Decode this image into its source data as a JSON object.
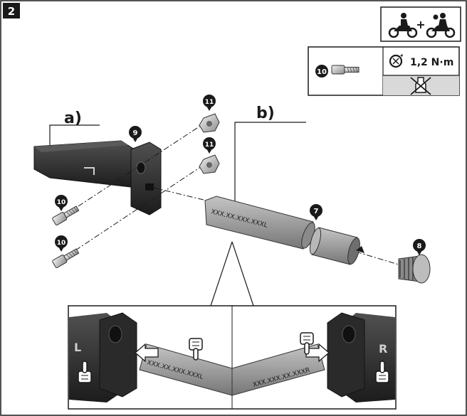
{
  "step": {
    "number": "2"
  },
  "labels": {
    "a": "a)",
    "b": "b)"
  },
  "part_numbers": {
    "p7": "7",
    "p8": "8",
    "p9": "9",
    "p10": "10",
    "p11": "11"
  },
  "torque": {
    "part": "10",
    "value": "1,2 N·m"
  },
  "markings": {
    "left_tube": "XXX.XX.XXX.XXXL",
    "right_tube": "XXX.XXX.XX.XXXR",
    "left_grip": "L",
    "right_grip": "R"
  },
  "icons": {
    "rider_passenger": "rider-plus-passenger-icon",
    "torque": "torque-wrench-icon",
    "no_threadlock": "no-threadlocker-icon",
    "pointing_hand": "pointing-hand-icon"
  },
  "colors": {
    "ink": "#1a1a1a",
    "grip": "#2b2b2b",
    "tube": "#9a9a9a",
    "panel": "#d9d9d9"
  }
}
